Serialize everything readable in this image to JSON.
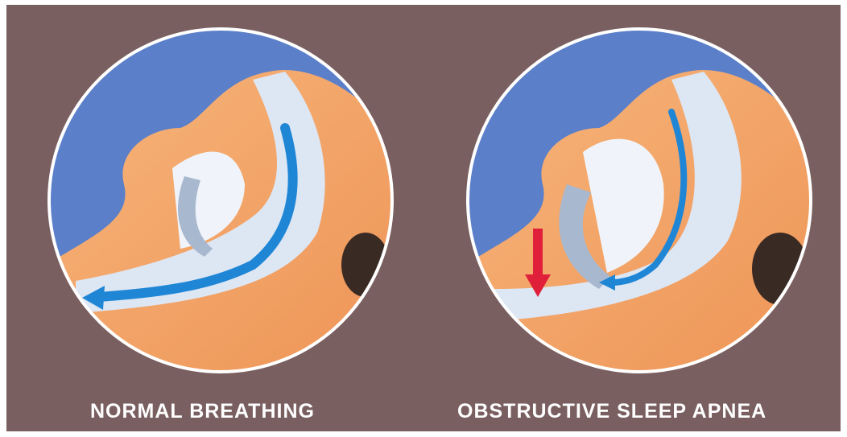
{
  "captions": {
    "left": "NORMAL BREATHING",
    "right": "OBSTRUCTIVE SLEEP APNEA"
  },
  "colors": {
    "background": "#7a5f60",
    "sky": "#5b7fc9",
    "skin": "#f4a66a",
    "airway": "#dde6f3",
    "airflow_arrow": "#1f86d6",
    "obstruction_arrow": "#e0203a",
    "border": "#ffffff"
  },
  "icons": {
    "left_flow": "airflow-arrow",
    "right_flow": "airflow-arrow",
    "right_block": "obstruction-arrow"
  }
}
